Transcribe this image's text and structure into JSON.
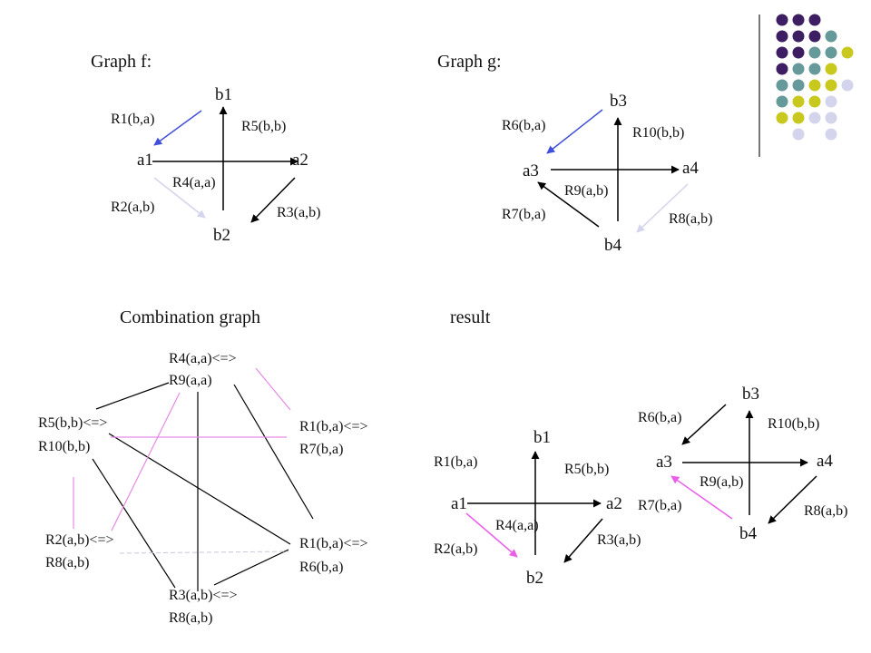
{
  "headings": {
    "graph_f": "Graph f:",
    "graph_g": "Graph g:",
    "combination": "Combination graph",
    "result": "result"
  },
  "graph_f": {
    "nodes": {
      "b1": "b1",
      "a1": "a1",
      "a2": "a2",
      "b2": "b2"
    },
    "edges": {
      "r1": "R1(b,a)",
      "r5": "R5(b,b)",
      "r4": "R4(a,a)",
      "r2": "R2(a,b)",
      "r3": "R3(a,b)"
    }
  },
  "graph_g": {
    "nodes": {
      "b3": "b3",
      "a3": "a3",
      "a4": "a4",
      "b4": "b4"
    },
    "edges": {
      "r6": "R6(b,a)",
      "r10": "R10(b,b)",
      "r9": "R9(a,b)",
      "r7": "R7(b,a)",
      "r8": "R8(a,b)"
    }
  },
  "combination": {
    "n1": [
      "R4(a,a)<=>",
      "R9(a,a)"
    ],
    "n2": [
      "R5(b,b)<=>",
      "R10(b,b)"
    ],
    "n3": [
      "R1(b,a)<=>",
      "R7(b,a)"
    ],
    "n4": [
      "R2(a,b)<=>",
      "R8(a,b)"
    ],
    "n5": [
      "R1(b,a)<=>",
      "R6(b,a)"
    ],
    "n6": [
      "R3(a,b)<=>",
      "R8(a,b)"
    ]
  },
  "result_f": {
    "nodes": {
      "b1": "b1",
      "a1": "a1",
      "a2": "a2",
      "b2": "b2"
    },
    "edges": {
      "r1": "R1(b,a)",
      "r5": "R5(b,b)",
      "r4": "R4(a,a)",
      "r2": "R2(a,b)",
      "r3": "R3(a,b)"
    }
  },
  "result_g": {
    "nodes": {
      "b3": "b3",
      "a3": "a3",
      "a4": "a4",
      "b4": "b4"
    },
    "edges": {
      "r6": "R6(b,a)",
      "r10": "R10(b,b)",
      "r9": "R9(a,b)",
      "r7": "R7(b,a)",
      "r8": "R8(a,b)"
    }
  },
  "colors": {
    "dark_purple": "#3d1e63",
    "teal": "#669999",
    "olive_yellow": "#c8c81e",
    "lavender": "#d4d4ec",
    "arrow_blue": "#3f4fd9",
    "arrow_pink": "#ea5fea",
    "combo_pink": "#e58ae5"
  }
}
